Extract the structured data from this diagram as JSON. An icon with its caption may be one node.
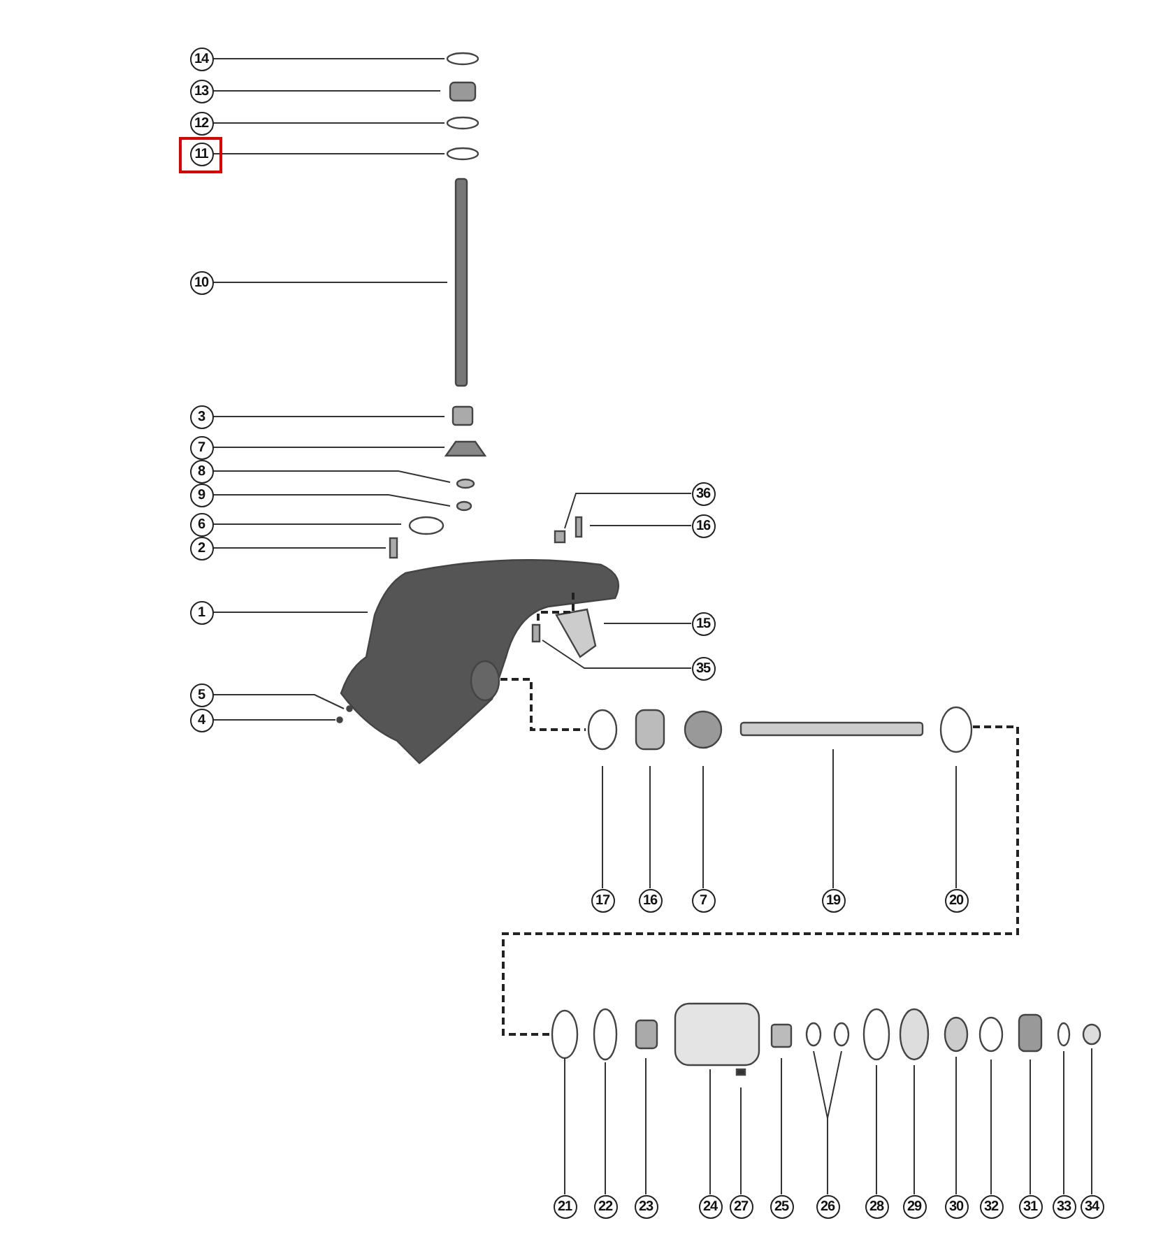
{
  "diagram": {
    "nodes": [
      {
        "text": [
          "14"
        ]
      },
      {
        "text": [
          "13"
        ]
      },
      {
        "text": [
          "12"
        ]
      },
      {
        "text": [
          "11"
        ]
      },
      {
        "text": [
          "10"
        ]
      },
      {
        "text": [
          "3"
        ]
      },
      {
        "text": [
          "7"
        ]
      },
      {
        "text": [
          "8"
        ]
      },
      {
        "text": [
          "9"
        ]
      },
      {
        "text": [
          "36"
        ]
      },
      {
        "text": [
          "6"
        ]
      },
      {
        "text": [
          "16"
        ]
      },
      {
        "text": [
          "2"
        ]
      },
      {
        "text": [
          "1"
        ]
      },
      {
        "text": [
          "15"
        ]
      },
      {
        "text": [
          "35"
        ]
      },
      {
        "text": [
          "5"
        ]
      },
      {
        "text": [
          "4"
        ]
      },
      {
        "text": [
          "17"
        ]
      },
      {
        "text": [
          "16"
        ]
      },
      {
        "text": [
          "7"
        ]
      },
      {
        "text": [
          "19"
        ]
      },
      {
        "text": [
          "20"
        ]
      },
      {
        "text": [
          "21"
        ]
      },
      {
        "text": [
          "22"
        ]
      },
      {
        "text": [
          "23"
        ]
      },
      {
        "text": [
          "24"
        ]
      },
      {
        "text": [
          "27"
        ]
      },
      {
        "text": [
          "25"
        ]
      },
      {
        "text": [
          "26"
        ]
      },
      {
        "text": [
          "28"
        ]
      },
      {
        "text": [
          "29"
        ]
      },
      {
        "text": [
          "30"
        ]
      },
      {
        "text": [
          "32"
        ]
      },
      {
        "text": [
          "31"
        ]
      },
      {
        "text": [
          "33"
        ]
      },
      {
        "text": [
          "34"
        ]
      }
    ],
    "edges": [
      {
        "from": 0,
        "to": null,
        "arrow": "none"
      },
      {
        "from": 1,
        "to": null,
        "arrow": "none"
      },
      {
        "from": 2,
        "to": null,
        "arrow": "none"
      },
      {
        "from": 3,
        "to": null,
        "arrow": "none"
      },
      {
        "from": 4,
        "to": null,
        "arrow": "none"
      },
      {
        "from": 5,
        "to": null,
        "arrow": "none"
      },
      {
        "from": 6,
        "to": null,
        "arrow": "none"
      },
      {
        "from": 7,
        "to": null,
        "arrow": "none"
      },
      {
        "from": 8,
        "to": null,
        "arrow": "none"
      },
      {
        "from": 9,
        "to": null,
        "arrow": "none"
      },
      {
        "from": 10,
        "to": null,
        "arrow": "none"
      },
      {
        "from": 11,
        "to": null,
        "arrow": "none"
      },
      {
        "from": 12,
        "to": null,
        "arrow": "none"
      },
      {
        "from": 13,
        "to": null,
        "arrow": "none"
      },
      {
        "from": 14,
        "to": null,
        "arrow": "none"
      },
      {
        "from": 15,
        "to": null,
        "arrow": "none"
      },
      {
        "from": 16,
        "to": null,
        "arrow": "none"
      },
      {
        "from": 17,
        "to": null,
        "arrow": "none"
      },
      {
        "from": 18,
        "to": null,
        "arrow": "none"
      },
      {
        "from": 19,
        "to": null,
        "arrow": "none"
      },
      {
        "from": 20,
        "to": null,
        "arrow": "none"
      },
      {
        "from": 21,
        "to": null,
        "arrow": "none"
      },
      {
        "from": 22,
        "to": null,
        "arrow": "none"
      },
      {
        "from": 23,
        "to": null,
        "arrow": "none"
      },
      {
        "from": 24,
        "to": null,
        "arrow": "none"
      },
      {
        "from": 25,
        "to": null,
        "arrow": "none"
      },
      {
        "from": 26,
        "to": null,
        "arrow": "none"
      },
      {
        "from": 27,
        "to": null,
        "arrow": "none"
      },
      {
        "from": 28,
        "to": null,
        "arrow": "none"
      },
      {
        "from": 29,
        "to": null,
        "arrow": "none"
      },
      {
        "from": 29,
        "to": null,
        "arrow": "none"
      },
      {
        "from": 30,
        "to": null,
        "arrow": "none"
      },
      {
        "from": 31,
        "to": null,
        "arrow": "none"
      },
      {
        "from": 32,
        "to": null,
        "arrow": "none"
      },
      {
        "from": 33,
        "to": null,
        "arrow": "none"
      },
      {
        "from": 34,
        "to": null,
        "arrow": "none"
      },
      {
        "from": 35,
        "to": null,
        "arrow": "none"
      },
      {
        "from": 36,
        "to": null,
        "arrow": "none"
      }
    ]
  }
}
